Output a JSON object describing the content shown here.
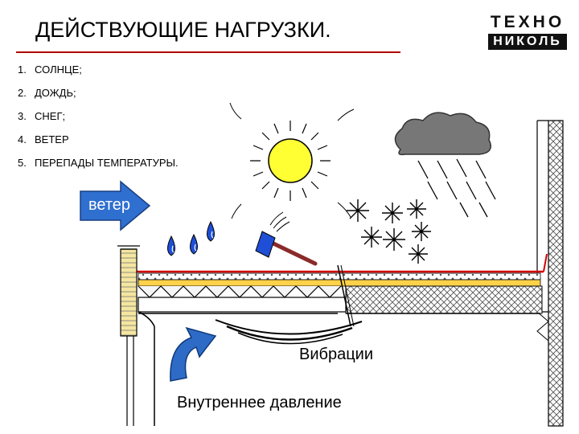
{
  "title": "ДЕЙСТВУЮЩИЕ НАГРУЗКИ.",
  "logo": {
    "top": "ТЕХНО",
    "bottom": "НИКОЛЬ"
  },
  "loads": [
    {
      "num": "1.",
      "text": "СОЛНЦЕ;"
    },
    {
      "num": "2.",
      "text": "ДОЖДЬ;"
    },
    {
      "num": "3.",
      "text": "СНЕГ;"
    },
    {
      "num": "4.",
      "text": "ВЕТЕР"
    },
    {
      "num": "5.",
      "text": "ПЕРЕПАДЫ ТЕМПЕРАТУРЫ."
    }
  ],
  "labels": {
    "wind": "ветер",
    "vibration": "Вибрации",
    "pressure": "Внутреннее давление"
  },
  "colors": {
    "title_rule": "#b00000",
    "sun": "#ffff33",
    "drops": "#1f4fd6",
    "wind_arrow": "#2f6fd0",
    "pressure_arrow": "#2e6bc7",
    "membrane": "#d00000",
    "insulation": "#ffd24a",
    "gravel": "#555555",
    "hammer_head": "#1f4fd6",
    "hammer_handle": "#8b2a2a"
  }
}
